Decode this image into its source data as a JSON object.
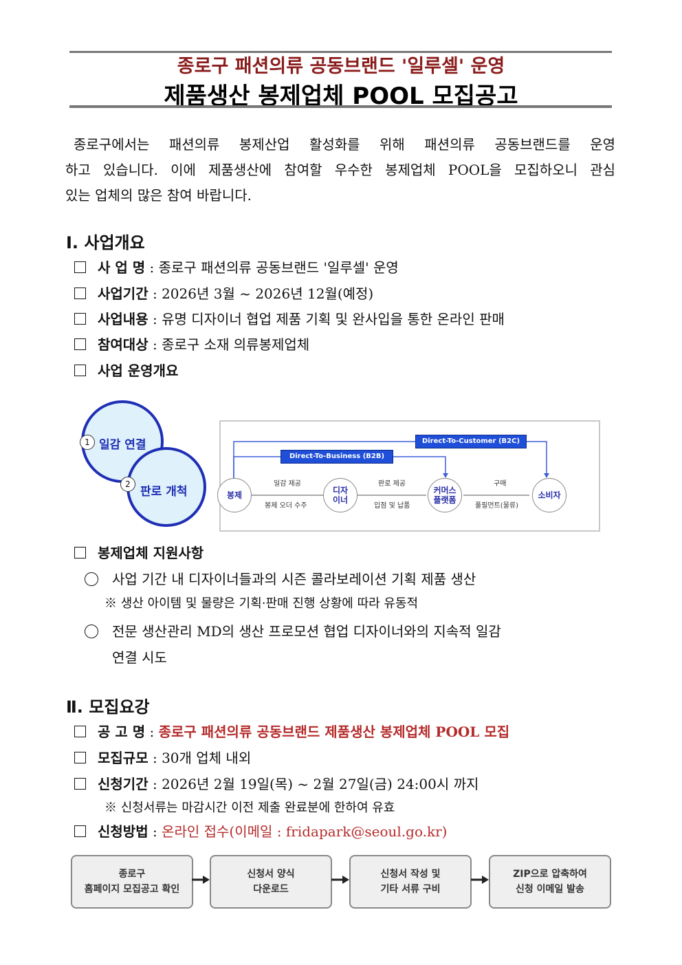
{
  "header": {
    "title_line1": "종로구 패션의류 공동브랜드 '일루셀' 운영",
    "title_line2": "제품생산 봉제업체 POOL 모집공고"
  },
  "intro": {
    "line1": "종로구에서는 패션의류 봉제산업 활성화를 위해 패션의류 공동브랜드를 운영",
    "line2": "하고 있습니다. 이에 제품생산에 참여할 우수한 봉제업체 POOL을 모집하오니 관심",
    "line3": "있는 업체의 많은 참여 바랍니다."
  },
  "section1": {
    "heading": "Ⅰ. 사업개요",
    "items": [
      {
        "label": "사 업 명",
        "value": " : 종로구 패션의류 공동브랜드 '일루셀' 운영"
      },
      {
        "label": "사업기간",
        "value": " : 2026년 3월 ~ 2026년 12월(예정)"
      },
      {
        "label": "사업내용",
        "value": " : 유명 디자이너 협업 제품 기획 및 완사입을 통한 온라인 판매"
      },
      {
        "label": "참여대상",
        "value": " : 종로구 소재 의류봉제업체"
      },
      {
        "label": "사업 운영개요",
        "value": ""
      }
    ]
  },
  "diagram": {
    "bubble1_num": "1",
    "bubble1_label": "일감 연결",
    "bubble2_num": "2",
    "bubble2_label": "판로 개척",
    "node_sewing": "봉제",
    "node_designer_1": "디자",
    "node_designer_2": "이너",
    "node_commerce_1": "커머스",
    "node_commerce_2": "플랫폼",
    "node_consumer": "소비자",
    "tag_b2c": "Direct-To-Customer (B2C)",
    "tag_b2b": "Direct-To-Business (B2B)",
    "lbl_work": "일감 제공",
    "lbl_order": "봉제 오더 수주",
    "lbl_channel": "판로 제공",
    "lbl_delivery": "입점 및 납품",
    "lbl_buy": "구매",
    "lbl_fulfill": "풀필먼트(물류)"
  },
  "support": {
    "label": "봉제업체 지원사항",
    "item1": "사업 기간 내 디자이너들과의 시즌 콜라보레이션 기획 제품 생산",
    "note1": "※ 생산 아이템 및 물량은 기획·판매 진행 상황에 따라 유동적",
    "item2_line1": "전문 생산관리 MD의 생산 프로모션 협업 디자이너와의 지속적 일감",
    "item2_line2": "연결 시도"
  },
  "section2": {
    "heading": "Ⅱ. 모집요강",
    "notice_label": "공 고 명",
    "notice_sep": " : ",
    "notice_value": "종로구 패션의류 공동브랜드 제품생산 봉제업체 POOL 모집",
    "scale_label": "모집규모",
    "scale_value": " : 30개 업체 내외",
    "period_label": "신청기간",
    "period_value": " : 2026년 2월 19일(목) ~ 2월 27일(금) 24:00시 까지",
    "period_note": "※ 신청서류는 마감시간 이전 제출 완료분에 한하여 유효",
    "method_label": "신청방법",
    "method_sep": " : ",
    "method_value": "온라인 접수(이메일 : fridapark@seoul.go.kr)"
  },
  "process": [
    {
      "line1": "종로구",
      "line2": "홈페이지 모집공고 확인"
    },
    {
      "line1": "신청서 양식",
      "line2": "다운로드"
    },
    {
      "line1": "신청서 작성 및",
      "line2": "기타 서류 구비"
    },
    {
      "line1": "ZIP으로 압축하여",
      "line2": "신청 이메일 발송"
    }
  ]
}
